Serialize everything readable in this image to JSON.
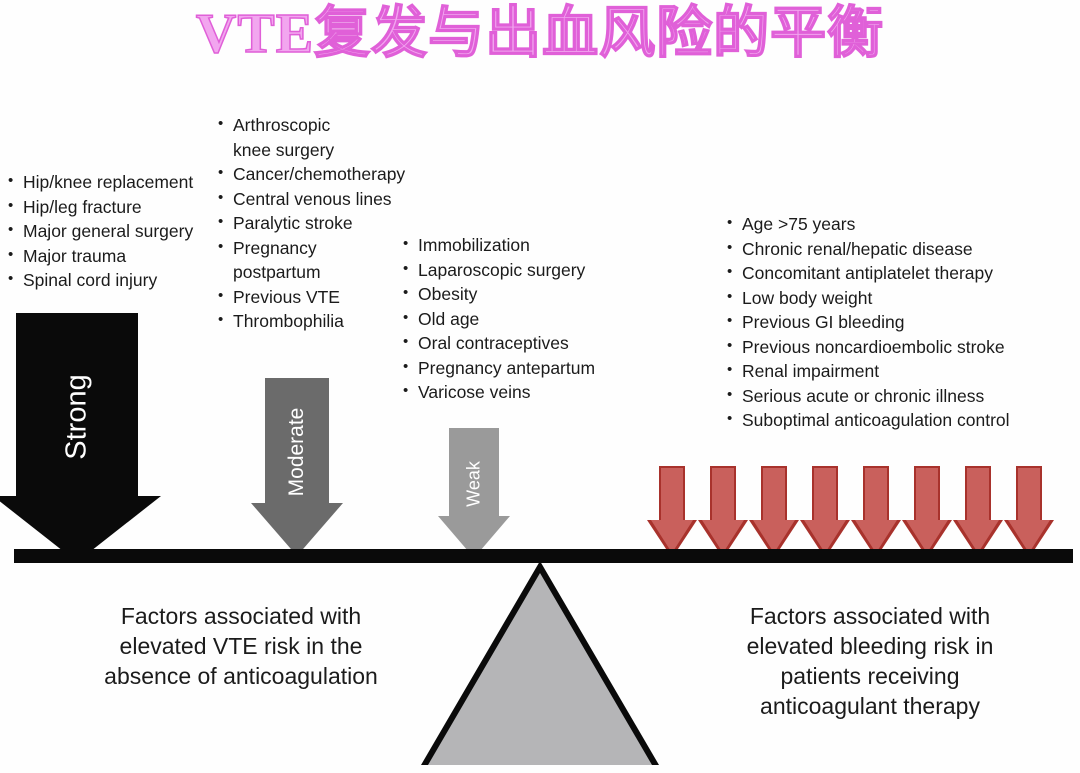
{
  "title": "VTE复发与出血风险的平衡",
  "title_color": "#f2a6ef",
  "lists": {
    "strong": [
      "Hip/knee replacement",
      "Hip/leg fracture",
      "Major general surgery",
      "Major trauma",
      "Spinal cord injury"
    ],
    "moderate": [
      "Arthroscopic\nknee surgery",
      "Cancer/chemotherapy",
      "Central venous lines",
      "Paralytic stroke",
      "Pregnancy\npostpartum",
      "Previous VTE",
      "Thrombophilia"
    ],
    "weak": [
      "Immobilization",
      "Laparoscopic surgery",
      "Obesity",
      "Old age",
      "Oral contraceptives",
      "Pregnancy antepartum",
      "Varicose veins"
    ],
    "bleeding": [
      "Age >75 years",
      "Chronic renal/hepatic disease",
      "Concomitant antiplatelet therapy",
      "Low body weight",
      "Previous GI bleeding",
      "Previous noncardioembolic stroke",
      "Renal impairment",
      "Serious acute or chronic illness",
      "Suboptimal anticoagulation control"
    ]
  },
  "arrows": {
    "strong": {
      "label": "Strong",
      "color": "#0a0a0a"
    },
    "moderate": {
      "label": "Moderate",
      "color": "#6b6b6b"
    },
    "weak": {
      "label": "Weak",
      "color": "#9a9a9a"
    },
    "bleeding": {
      "count": 8,
      "fill": "#c9605c",
      "stroke": "#a8322c"
    }
  },
  "balance": {
    "beam_color": "#0a0a0a",
    "fulcrum_fill": "#b5b5b7",
    "fulcrum_stroke": "#0a0a0a"
  },
  "captions": {
    "left": "Factors associated with\nelevated VTE risk in the\nabsence of anticoagulation",
    "right": "Factors associated with\nelevated bleeding risk in\npatients receiving\nanticoagulant therapy"
  }
}
